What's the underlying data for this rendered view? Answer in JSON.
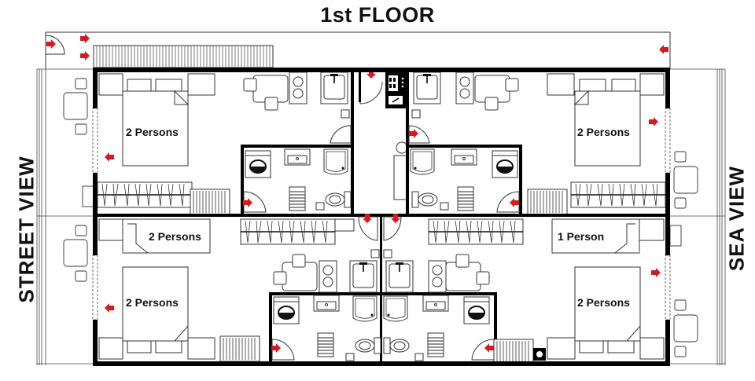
{
  "title": "1st FLOOR",
  "labels": {
    "left_side": "STREET VIEW",
    "right_side": "SEA VIEW"
  },
  "rooms": [
    {
      "id": "apartment-top-left",
      "bed_label": "2 Persons"
    },
    {
      "id": "apartment-top-right",
      "bed_label": "2 Persons"
    },
    {
      "id": "apartment-bottom-left",
      "bed_labels": [
        "2 Persons",
        "2 Persons"
      ]
    },
    {
      "id": "apartment-bottom-right",
      "bed_labels": [
        "1 Person",
        "2 Persons"
      ]
    }
  ],
  "room_label_text": {
    "tl_bed": "2 Persons",
    "tr_bed": "2 Persons",
    "bl_sofa_bed": "2 Persons",
    "bl_bed": "2 Persons",
    "br_single_bed": "1 Person",
    "br_bed": "2 Persons"
  },
  "colors": {
    "wall": "#000000",
    "line": "#333333",
    "arrow": "#d71920",
    "background": "#ffffff"
  },
  "icons": [
    "door-arrow-icon",
    "bed-icon",
    "wardrobe-icon",
    "radiator-icon",
    "kitchen-stove-icon",
    "sink-icon",
    "shower-icon",
    "toilet-icon",
    "washing-machine-icon",
    "table-icon",
    "chair-icon",
    "elevator-panel-icon"
  ]
}
